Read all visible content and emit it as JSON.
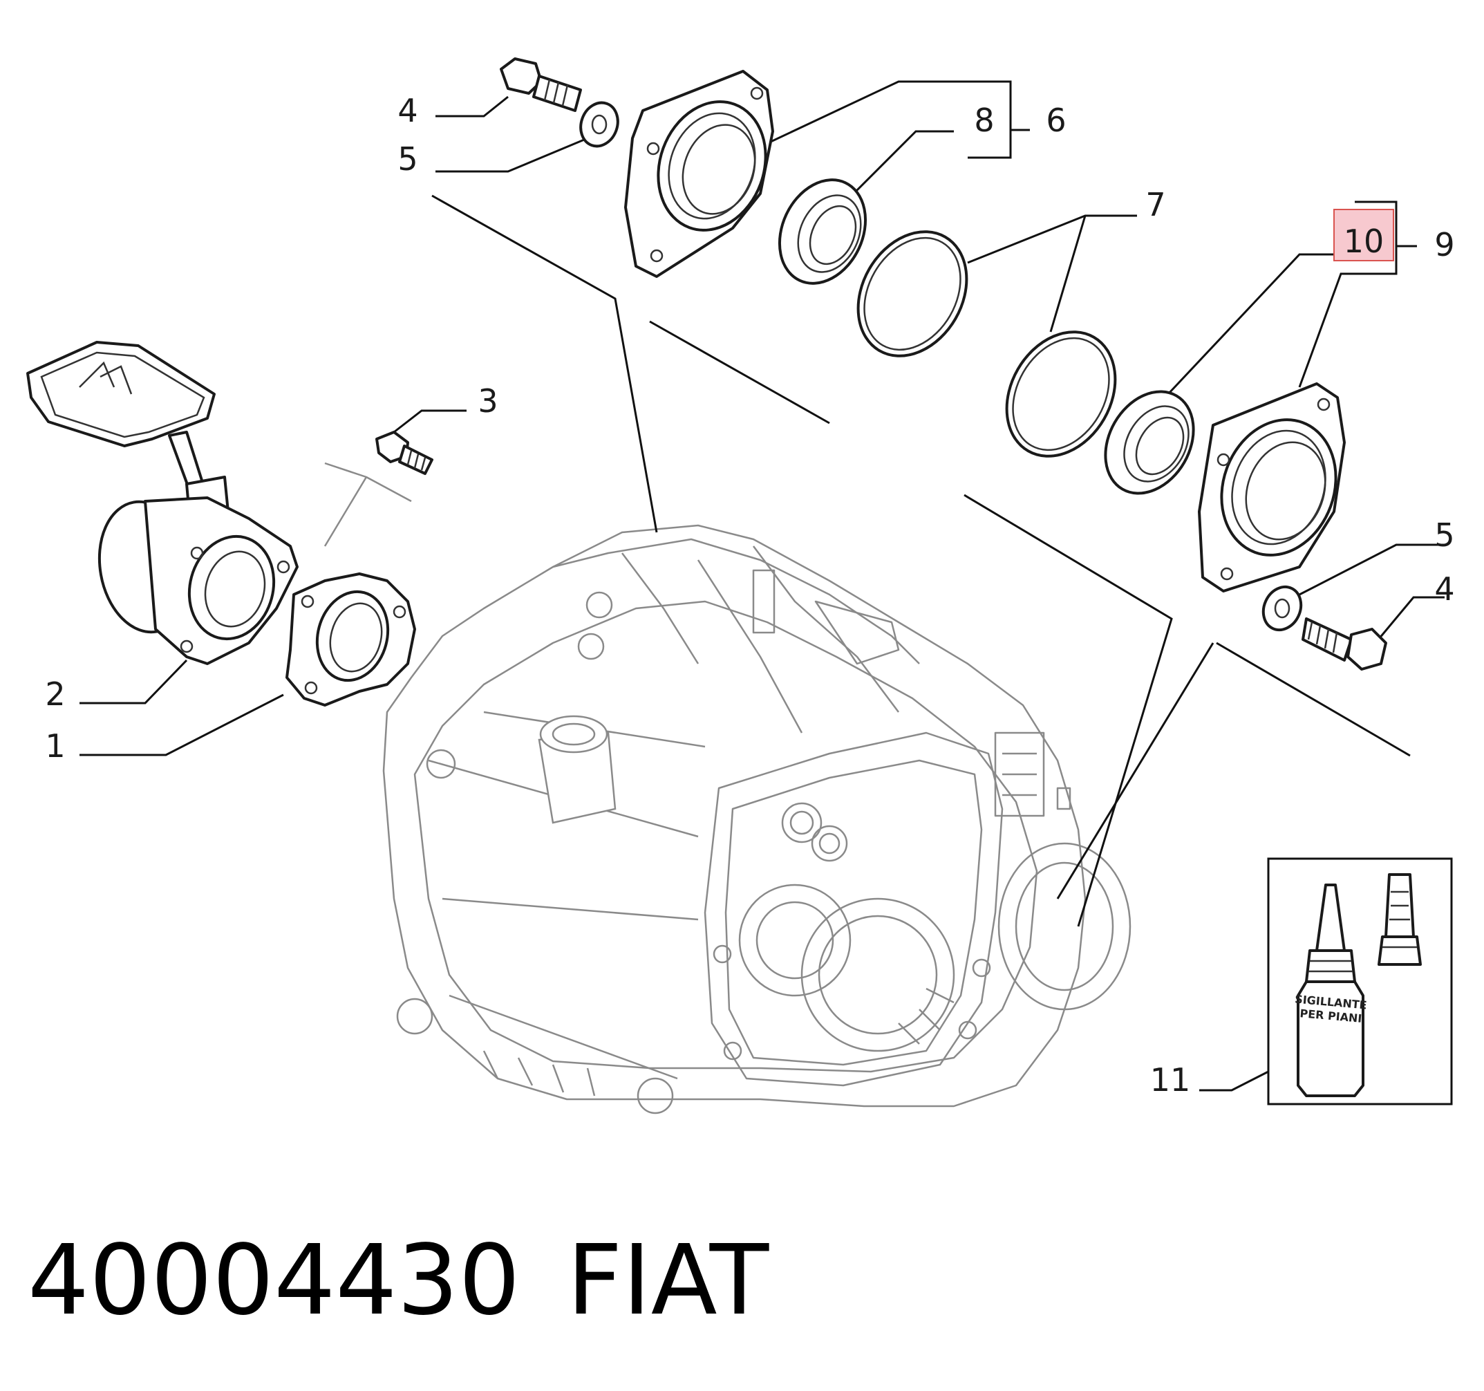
{
  "callouts": {
    "c4_top": "4",
    "c5_top": "5",
    "c8": "8",
    "c6": "6",
    "c7": "7",
    "c10": "10",
    "c9": "9",
    "c3": "3",
    "c5_right": "5",
    "c4_right": "4",
    "c2": "2",
    "c1": "1",
    "c11": "11"
  },
  "highlight_color": "#f7c9cf",
  "highlight_border": "#d9534f",
  "sealant": {
    "line1": "SIGILLANTE",
    "line2": "PER PIANI"
  },
  "footer": {
    "part_number": "40004430",
    "brand": "FIAT"
  }
}
